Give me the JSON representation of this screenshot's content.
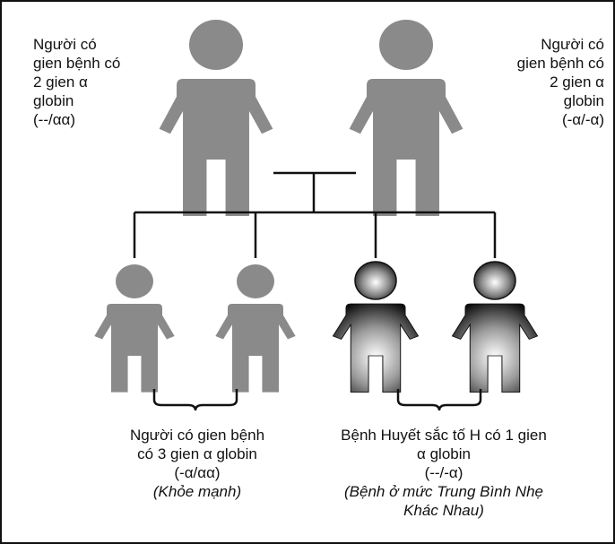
{
  "parents": {
    "left": {
      "label_lines": [
        "Người có",
        "gien bệnh có",
        "2 gien α",
        "globin",
        "(--/αα)"
      ]
    },
    "right": {
      "label_lines": [
        "Người có",
        "gien bệnh có",
        "2 gien α",
        "globin",
        "(-α/-α)"
      ]
    }
  },
  "children": {
    "healthy": {
      "line1": "Người có gien bệnh",
      "line2": "có 3 gien α globin",
      "genotype": "(-α/αα)",
      "note": "(Khỏe mạnh)"
    },
    "disease": {
      "line1": "Bệnh Huyết sắc tố H có 1 gien",
      "line2": "α globin",
      "genotype": "(--/-α)",
      "note_line1": "(Bệnh ở mức Trung Bình Nhẹ",
      "note_line2": "Khác Nhau)"
    }
  },
  "colors": {
    "healthy_figure": "#8a8a8a",
    "affected_figure_dark": "#1a1a1a",
    "affected_figure_light": "#ffffff",
    "lines": "#111111",
    "border": "#111111"
  }
}
